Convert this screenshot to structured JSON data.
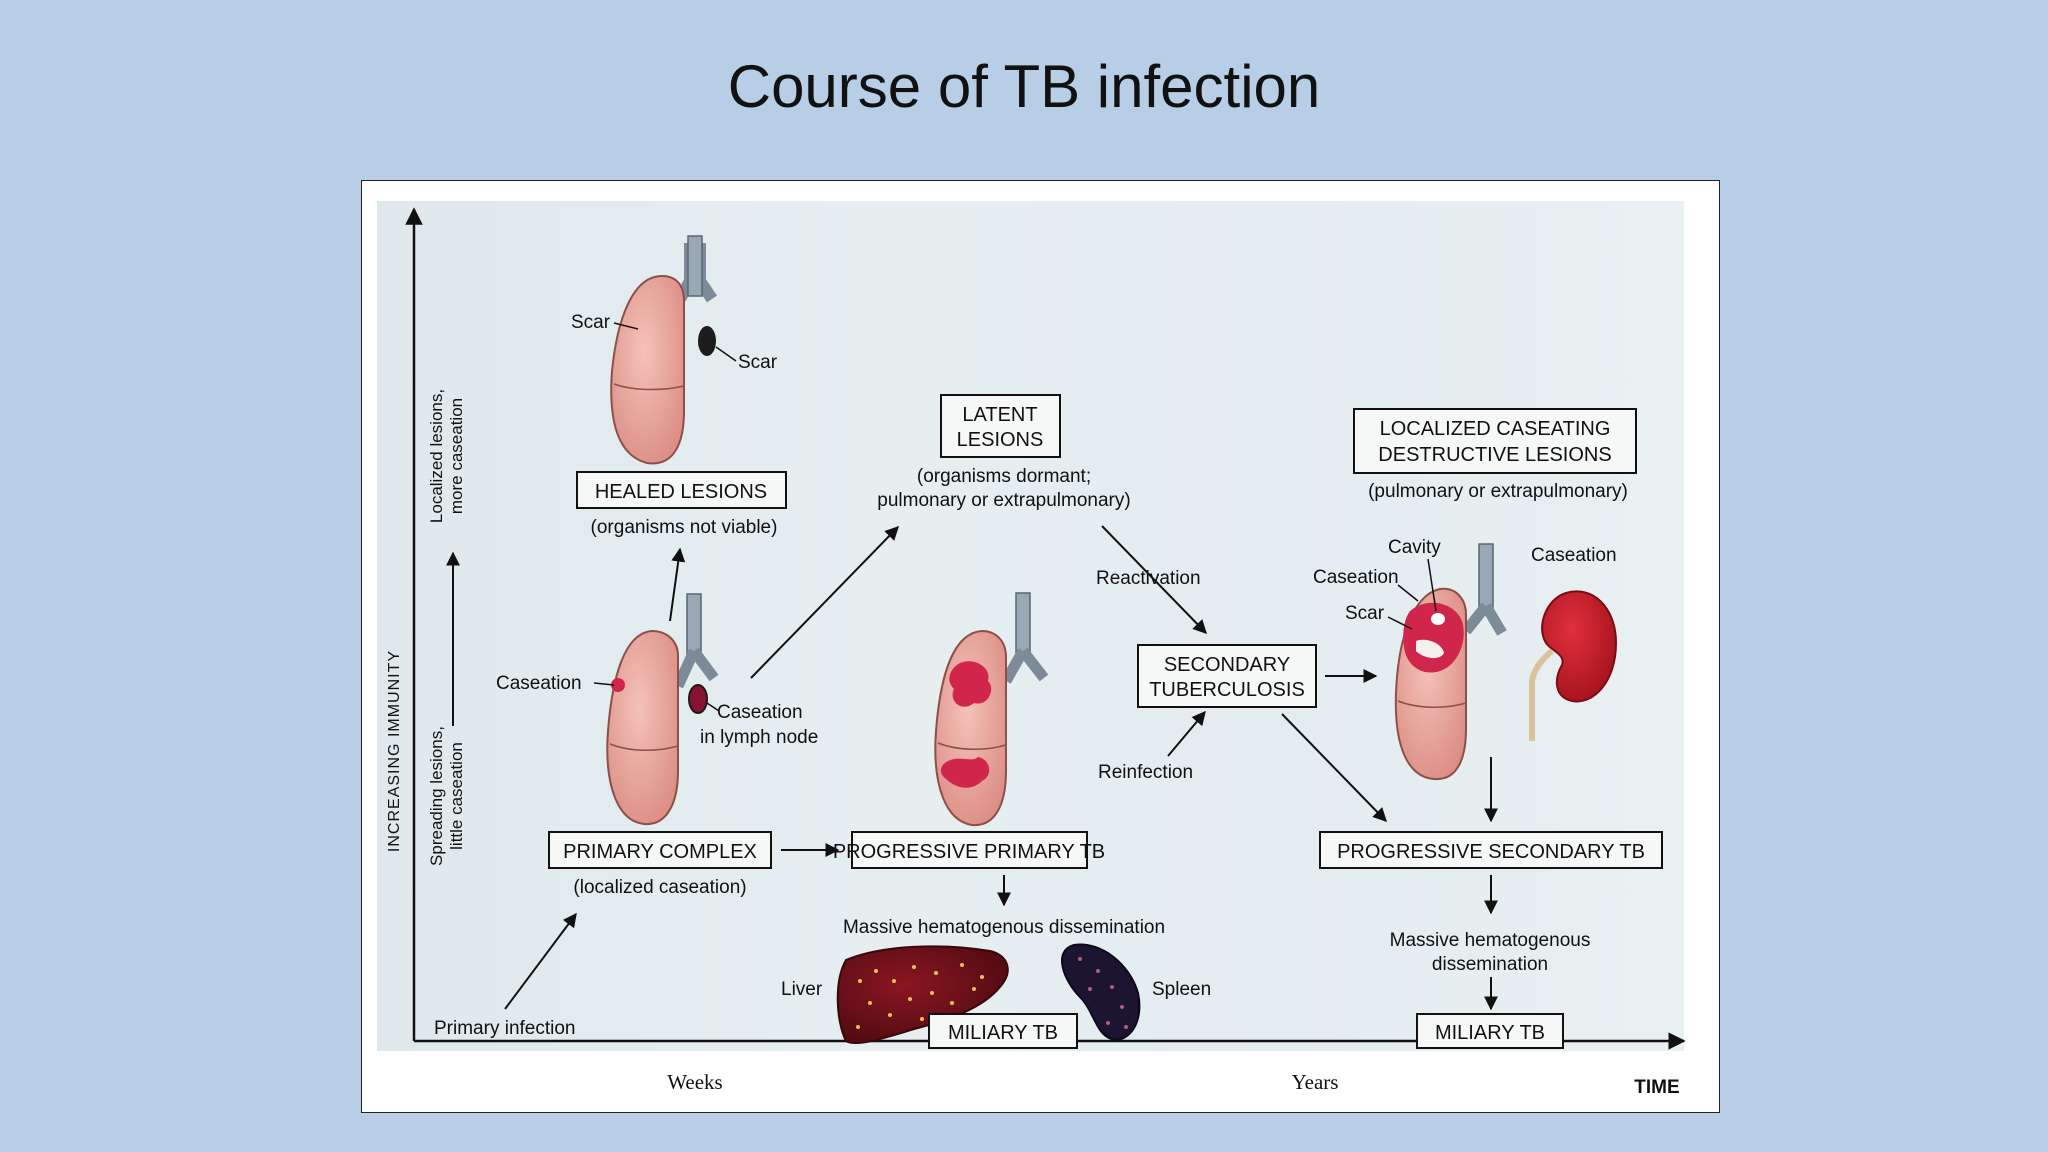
{
  "slide": {
    "title": "Course of TB infection"
  },
  "axes": {
    "y_label": "INCREASING IMMUNITY",
    "upper_note": [
      "Localized lesions,",
      "more caseation"
    ],
    "lower_note": [
      "Spreading lesions,",
      "little caseation"
    ],
    "x_labels": [
      "Weeks",
      "Years"
    ],
    "x_axis_label": "TIME"
  },
  "boxes": {
    "healed": "HEALED LESIONS",
    "latent": [
      "LATENT",
      "LESIONS"
    ],
    "localized": [
      "LOCALIZED CASEATING",
      "DESTRUCTIVE LESIONS"
    ],
    "secondary": [
      "SECONDARY",
      "TUBERCULOSIS"
    ],
    "primary_complex": "PRIMARY COMPLEX",
    "progressive_primary": "PROGRESSIVE PRIMARY TB",
    "progressive_secondary": "PROGRESSIVE SECONDARY TB",
    "miliary_1": "MILIARY TB",
    "miliary_2": "MILIARY TB"
  },
  "captions": {
    "healed": "(organisms not viable)",
    "latent": [
      "(organisms dormant;",
      "pulmonary or extrapulmonary)"
    ],
    "localized": "(pulmonary or extrapulmonary)",
    "primary_complex": "(localized caseation)",
    "dissemination_1": "Massive hematogenous dissemination",
    "dissemination_2": [
      "Massive hematogenous",
      "dissemination"
    ]
  },
  "labels": {
    "scar_1": "Scar",
    "scar_2": "Scar",
    "caseation_1": "Caseation",
    "caseation_lymph": [
      "Caseation",
      "in lymph node"
    ],
    "cavity": "Cavity",
    "caseation_2": "Caseation",
    "scar_3": "Scar",
    "caseation_kidney": "Caseation",
    "reactivation": "Reactivation",
    "reinfection": "Reinfection",
    "primary_infection": "Primary infection",
    "liver": "Liver",
    "spleen": "Spleen"
  }
}
